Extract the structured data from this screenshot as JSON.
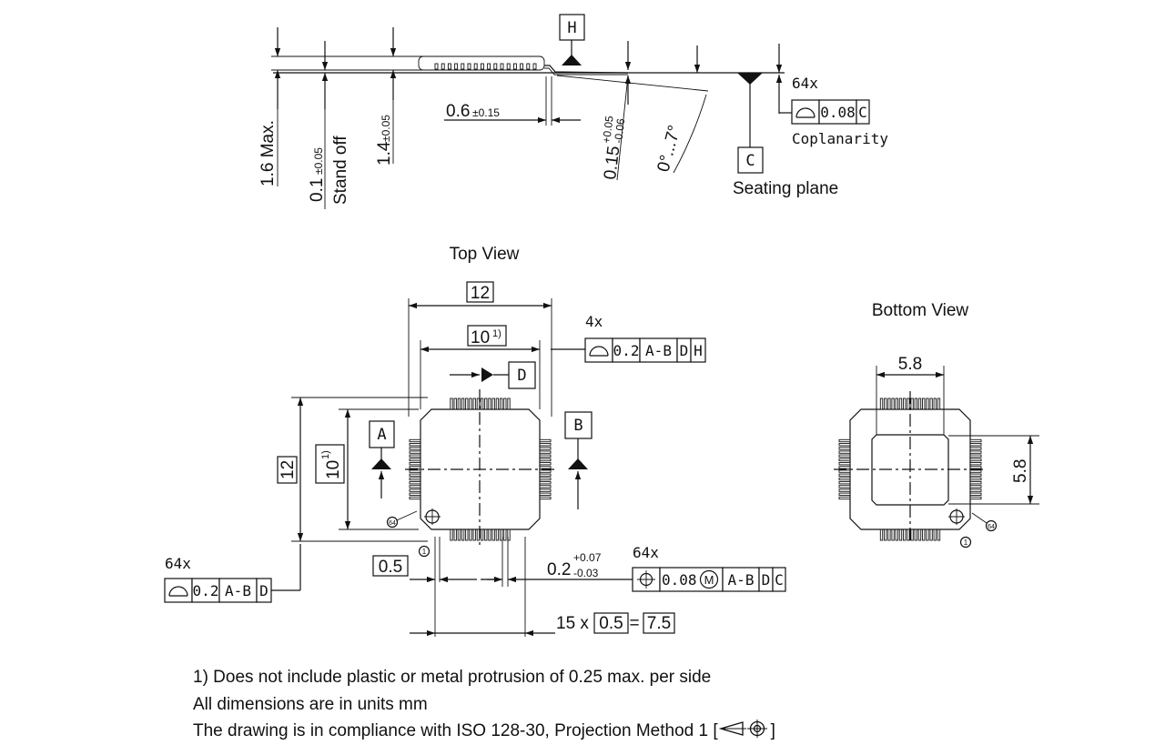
{
  "side_view": {
    "datum_h": "H",
    "datum_c": "C",
    "dim_height": "1.6 Max.",
    "dim_standoff_value": "0.1",
    "dim_standoff_tol": "±0.05",
    "dim_standoff_label": "Stand off",
    "dim_body_value": "1.4",
    "dim_body_tol": "±0.05",
    "dim_lead_value": "0.6",
    "dim_lead_tol": "±0.15",
    "dim_thk_value": "0.15",
    "dim_thk_tol_plus": "+0.05",
    "dim_thk_tol_minus": "-0.06",
    "dim_angle": "0°...7°",
    "coplanarity_count": "64x",
    "coplanarity_value": "0.08",
    "coplanarity_datum": "C",
    "coplanarity_label": "Coplanarity",
    "seating_plane_label": "Seating plane"
  },
  "top_view": {
    "title": "Top View",
    "dim_overall_width": "12",
    "dim_body_width": "10",
    "dim_body_note": "1)",
    "dim_overall_height": "12",
    "dim_body_height": "10",
    "datum_a": "A",
    "datum_b": "B",
    "datum_d": "D",
    "fcf_top_count": "4x",
    "fcf_top_value": "0.2",
    "fcf_top_datum1": "A-B",
    "fcf_top_datum2": "D",
    "fcf_top_datum3": "H",
    "fcf_left_count": "64x",
    "fcf_left_value": "0.2",
    "fcf_left_datum1": "A-B",
    "fcf_left_datum2": "D",
    "pitch": "0.5",
    "lead_width_value": "0.2",
    "lead_width_tol_plus": "+0.07",
    "lead_width_tol_minus": "-0.03",
    "fcf_pos_count": "64x",
    "fcf_pos_value": "0.08",
    "fcf_pos_modifier": "M",
    "fcf_pos_datum1": "A-B",
    "fcf_pos_datum2": "D",
    "fcf_pos_datum3": "C",
    "pitch_chain_prefix": "15 x",
    "pitch_chain_pitch": "0.5",
    "pitch_chain_equals": "=",
    "pitch_chain_total": "7.5",
    "pin1_marker": "1",
    "corner_marker": "64"
  },
  "bottom_view": {
    "title": "Bottom View",
    "pad_width": "5.8",
    "pad_height": "5.8",
    "pin1_marker": "1",
    "corner_marker": "64"
  },
  "notes": {
    "note1": "1) Does not include plastic or metal protrusion of 0.25 max. per side",
    "note2": "All dimensions are in units mm",
    "note3_prefix": "The drawing is in compliance with ISO 128-30, Projection Method 1 [",
    "note3_suffix": "]"
  }
}
